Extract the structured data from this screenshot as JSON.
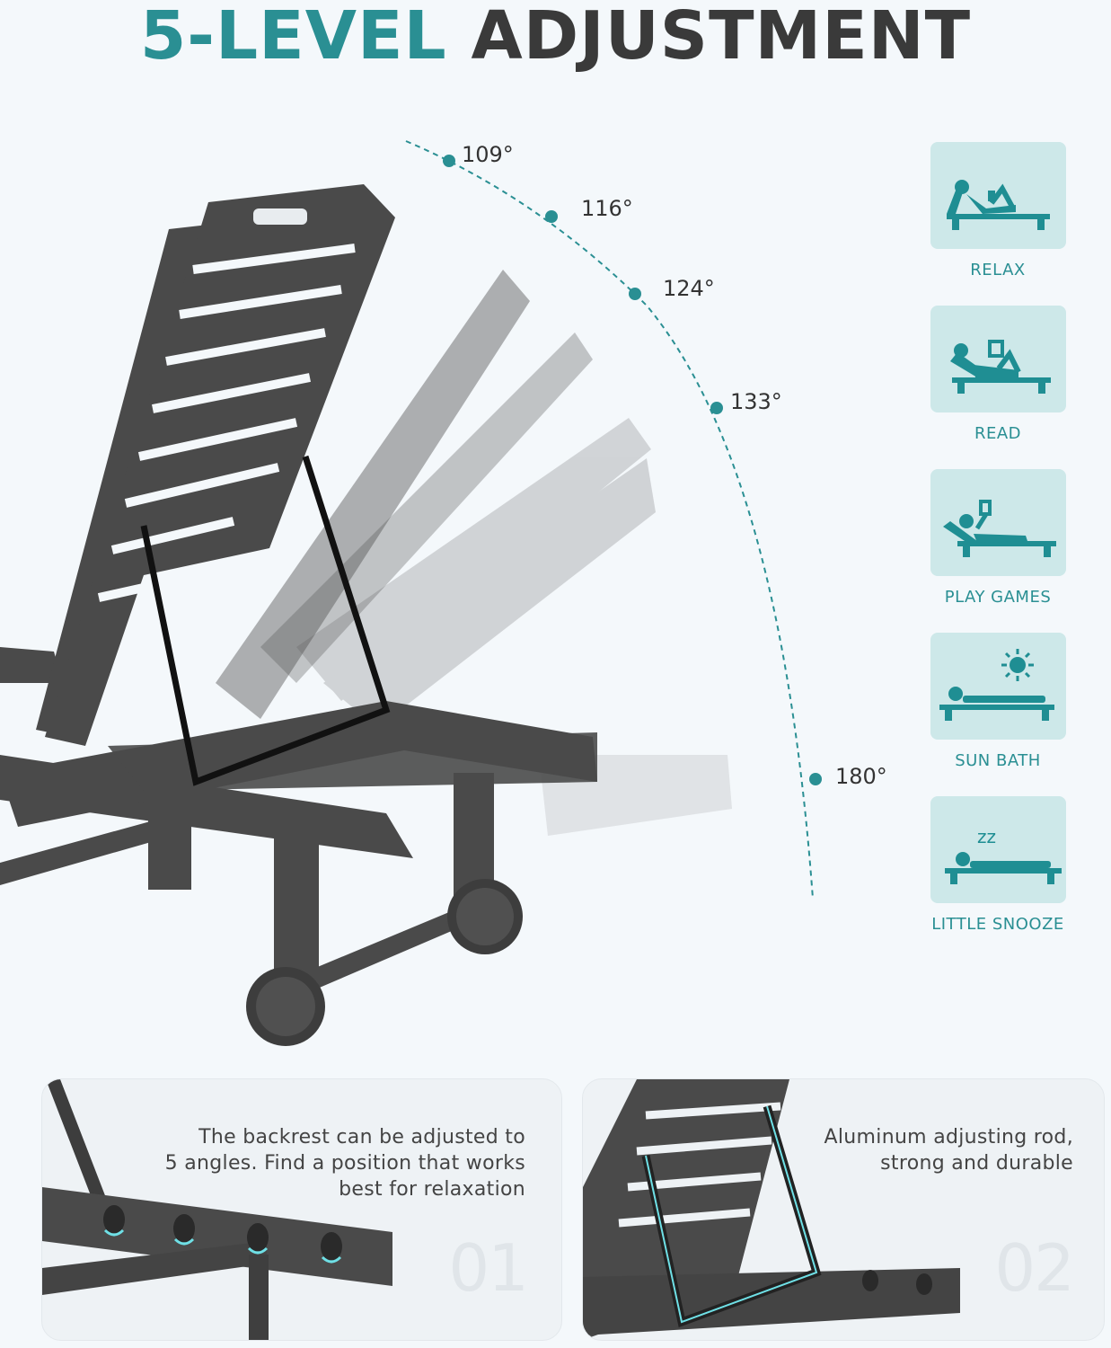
{
  "title": {
    "accent": "5-LEVEL",
    "rest": "ADJUSTMENT"
  },
  "angles": [
    "109°",
    "116°",
    "124°",
    "133°",
    "180°"
  ],
  "modes": [
    {
      "label": "RELAX",
      "icon": "relax-icon"
    },
    {
      "label": "READ",
      "icon": "read-icon"
    },
    {
      "label": "PLAY GAMES",
      "icon": "play-games-icon"
    },
    {
      "label": "SUN BATH",
      "icon": "sun-bath-icon"
    },
    {
      "label": "LITTLE SNOOZE",
      "icon": "little-snooze-icon"
    }
  ],
  "snooze_glyph": "zz",
  "panels": [
    {
      "text_lines": [
        "The backrest can be adjusted to",
        "5 angles. Find a position that works",
        "best for relaxation"
      ],
      "number": "01"
    },
    {
      "text_lines": [
        "Aluminum adjusting rod,",
        "strong and durable"
      ],
      "number": "02"
    }
  ],
  "colors": {
    "accent": "#2a8f93",
    "dark": "#3a3a3a",
    "icon_bg": "#cde8e9",
    "chair": "#4a4a4a",
    "glow": "#6fe0e6"
  }
}
